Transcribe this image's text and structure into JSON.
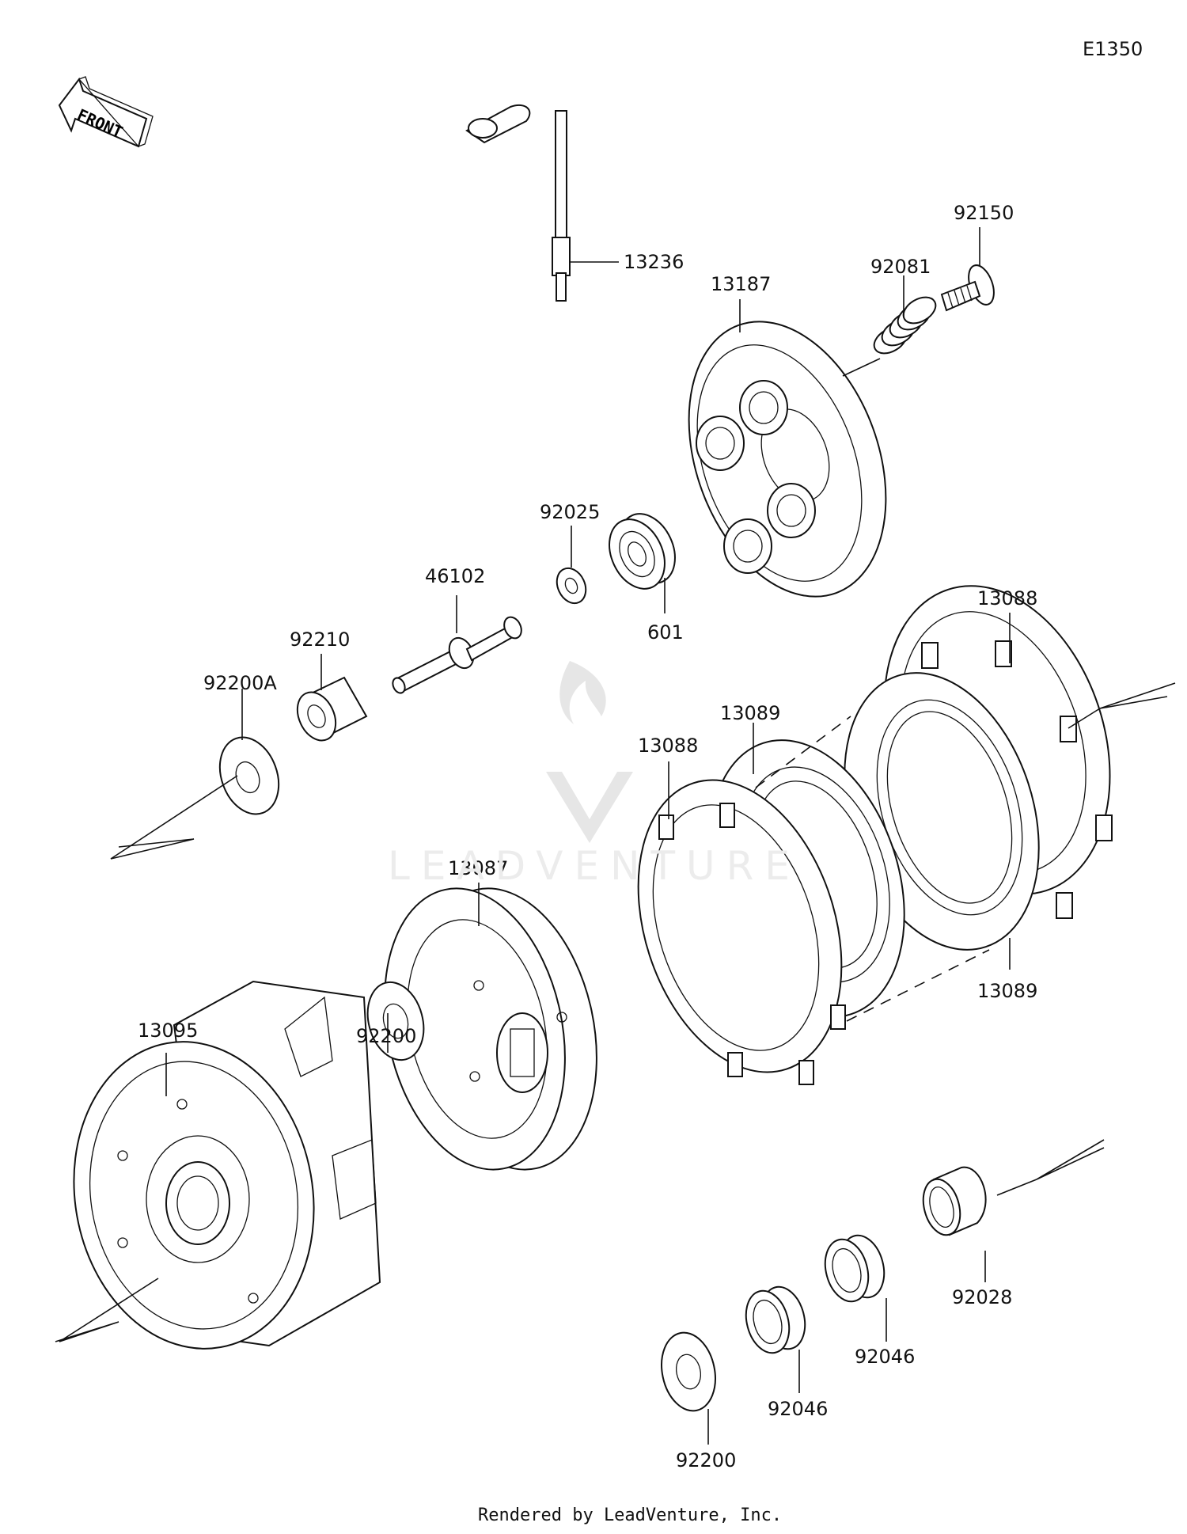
{
  "diagram_code": "E1350",
  "front_label": "FRONT",
  "watermark": "LEADVENTURE",
  "footer": "Rendered by LeadVenture, Inc.",
  "parts": {
    "p13236": "13236",
    "p92150": "92150",
    "p92081": "92081",
    "p13187": "13187",
    "p92025": "92025",
    "p601": "601",
    "p46102": "46102",
    "p92210": "92210",
    "p92200A": "92200A",
    "p13088_top": "13088",
    "p13089_top": "13089",
    "p13088_mid": "13088",
    "p13089_right": "13089",
    "p13087": "13087",
    "p92200_mid": "92200",
    "p13095": "13095",
    "p92028": "92028",
    "p92046_right": "92046",
    "p92046_left": "92046",
    "p92200_bottom": "92200"
  }
}
